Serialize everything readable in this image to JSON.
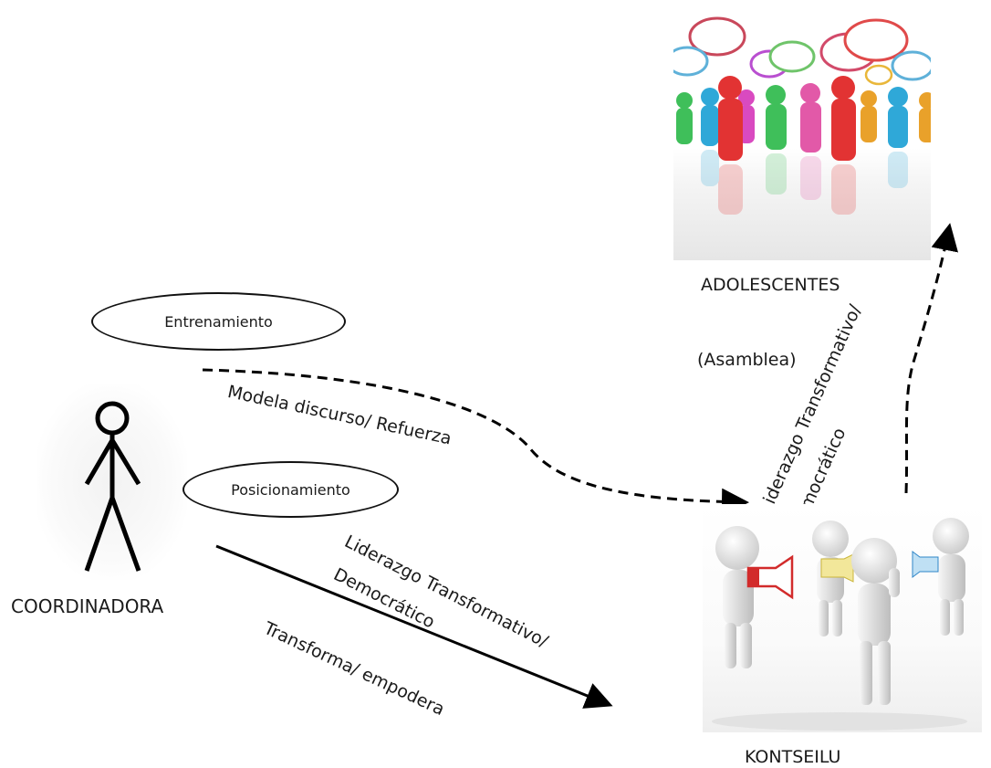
{
  "nodes": {
    "coordinator": "COORDINADORA",
    "council": "KONTSEILU",
    "adolescents": "ADOLESCENTES"
  },
  "ellipses": {
    "training": "Entrenamiento",
    "positioning": "Posicionamiento"
  },
  "edges": {
    "dashed_label": "Modela discurso/ Refuerza",
    "solid_label_1": "Liderazgo Transformativo/",
    "solid_label_2": "Democrático",
    "solid_label_3": "Transforma/ empodera",
    "upper_label_1": "Liderazgo Transformativo/",
    "upper_label_2": "Democrático",
    "assembly": "(Asamblea)"
  }
}
